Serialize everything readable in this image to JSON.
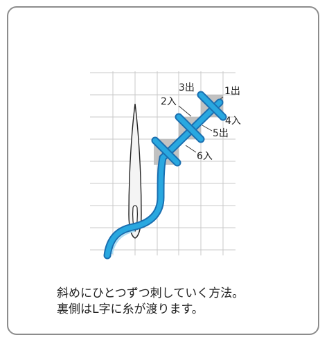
{
  "labels": {
    "step1": "1出",
    "step2": "2入",
    "step3": "3出",
    "step4": "4入",
    "step5": "5出",
    "step6": "6入"
  },
  "caption": {
    "line1": "斜めにひとつずつ刺していく方法。",
    "line2": "裏側はL字に糸が渡ります。"
  },
  "colors": {
    "thread": "#29a8e0",
    "thread_edge": "#1a6fb0",
    "grid": "#c8c8c8",
    "shadow_square": "#bbbbbb",
    "card_border": "#8c8c8c"
  },
  "icons": {
    "needle": "sewing-needle-icon"
  }
}
